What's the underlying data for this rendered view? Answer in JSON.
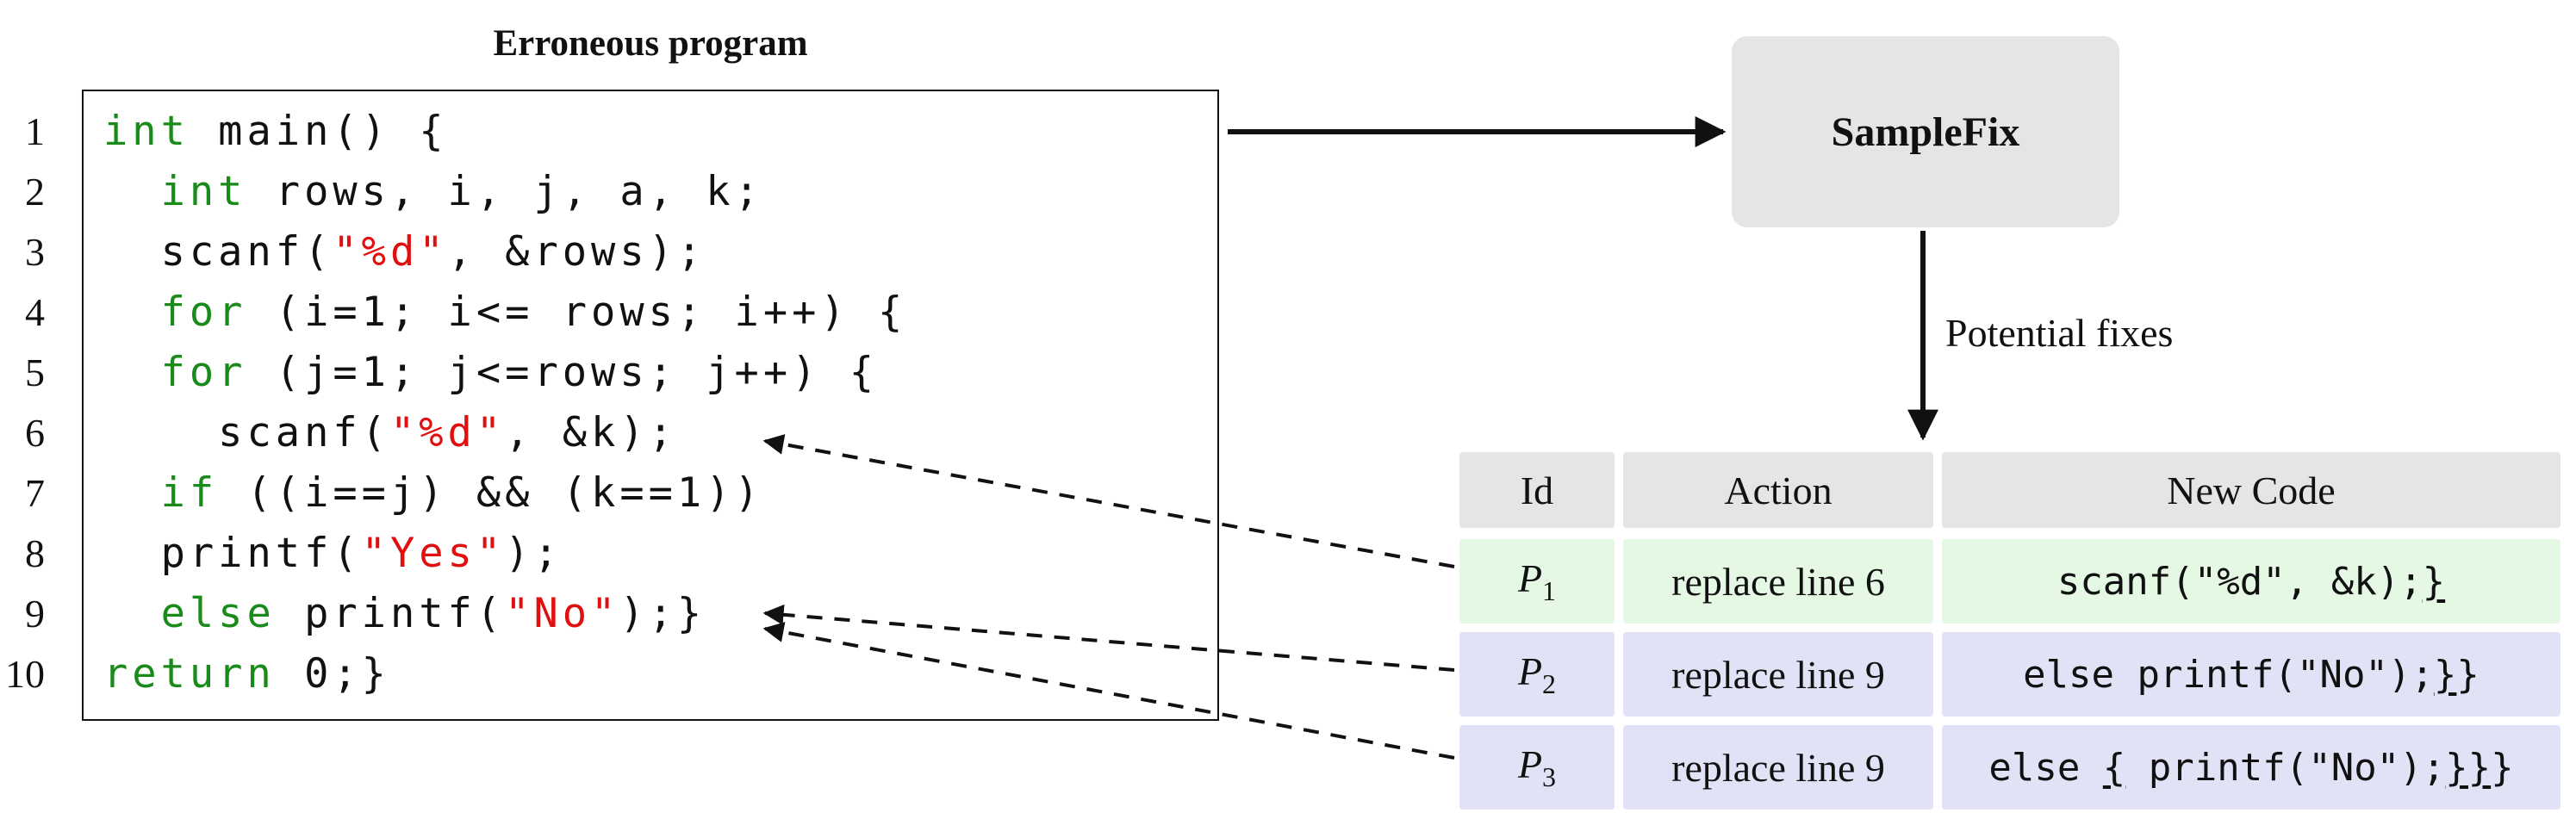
{
  "program": {
    "title": "Erroneous program",
    "line_numbers": [
      "1",
      "2",
      "3",
      "4",
      "5",
      "6",
      "7",
      "8",
      "9",
      "10"
    ],
    "lines": [
      [
        {
          "t": "int",
          "c": "kw"
        },
        {
          "t": " main() {",
          "c": ""
        }
      ],
      [
        {
          "t": "  ",
          "c": ""
        },
        {
          "t": "int",
          "c": "kw"
        },
        {
          "t": " rows, i, j, a, k;",
          "c": ""
        }
      ],
      [
        {
          "t": "  scanf(",
          "c": ""
        },
        {
          "t": "\"%d\"",
          "c": "str"
        },
        {
          "t": ", &rows);",
          "c": ""
        }
      ],
      [
        {
          "t": "  ",
          "c": ""
        },
        {
          "t": "for",
          "c": "kw"
        },
        {
          "t": " (i=1; i<= rows; i++) {",
          "c": ""
        }
      ],
      [
        {
          "t": "  ",
          "c": ""
        },
        {
          "t": "for",
          "c": "kw"
        },
        {
          "t": " (j=1; j<=rows; j++) {",
          "c": ""
        }
      ],
      [
        {
          "t": "    scanf(",
          "c": ""
        },
        {
          "t": "\"%d\"",
          "c": "str"
        },
        {
          "t": ", &k);",
          "c": ""
        }
      ],
      [
        {
          "t": "  ",
          "c": ""
        },
        {
          "t": "if",
          "c": "kw"
        },
        {
          "t": " ((i==j) && (k==1))",
          "c": ""
        }
      ],
      [
        {
          "t": "  printf(",
          "c": ""
        },
        {
          "t": "\"Yes\"",
          "c": "str"
        },
        {
          "t": ");",
          "c": ""
        }
      ],
      [
        {
          "t": "  ",
          "c": ""
        },
        {
          "t": "else",
          "c": "kw"
        },
        {
          "t": " printf(",
          "c": ""
        },
        {
          "t": "\"No\"",
          "c": "str"
        },
        {
          "t": ");}",
          "c": ""
        }
      ],
      [
        {
          "t": "return",
          "c": "kw"
        },
        {
          "t": " 0;}",
          "c": ""
        }
      ]
    ]
  },
  "samplefix": {
    "label": "SampleFix"
  },
  "edge_label": "Potential fixes",
  "table": {
    "headers": [
      "Id",
      "Action",
      "New Code"
    ],
    "rows": [
      {
        "id_letter": "P",
        "id_sub": "1",
        "action": "replace line 6",
        "code": [
          {
            "t": "scanf(\"%d\", &k);",
            "u": false
          },
          {
            "t": "}",
            "u": true
          }
        ],
        "color": "#e4f8e4"
      },
      {
        "id_letter": "P",
        "id_sub": "2",
        "action": "replace line 9",
        "code": [
          {
            "t": "else printf(\"No\");",
            "u": false
          },
          {
            "t": "}",
            "u": true
          },
          {
            "t": "}",
            "u": false
          }
        ],
        "color": "#e2e2f7"
      },
      {
        "id_letter": "P",
        "id_sub": "3",
        "action": "replace line 9",
        "code": [
          {
            "t": "else ",
            "u": false
          },
          {
            "t": "{",
            "u": true
          },
          {
            "t": " printf(\"No\");",
            "u": false
          },
          {
            "t": "}}",
            "u": true
          },
          {
            "t": "}",
            "u": false
          }
        ],
        "color": "#e2e2f7"
      }
    ]
  },
  "colors": {
    "keyword": "#1a8a1a",
    "string": "#e01010",
    "box": "#e5e5e5"
  }
}
